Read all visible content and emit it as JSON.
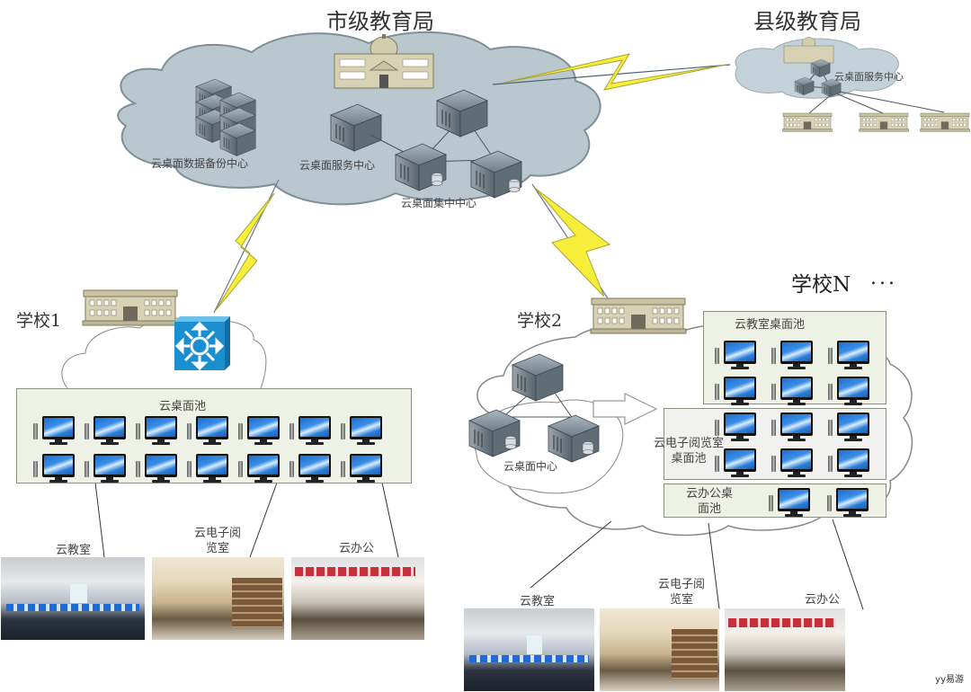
{
  "city_bureau": {
    "title": "市级教育局",
    "backup_center_label": "云桌面数据备份中心",
    "service_center_label": "云桌面服务中心",
    "central_center_label": "云桌面集中中心"
  },
  "county_bureau": {
    "title": "县级教育局",
    "service_center_label": "云桌面服务中心"
  },
  "school1": {
    "title": "学校1",
    "pool_label": "云桌面池",
    "pool_rows": 2,
    "pool_cols": 7,
    "photos": [
      {
        "label": "云教室",
        "type": "classroom"
      },
      {
        "label": "云电子阅览室",
        "label_line1": "云电子阅",
        "label_line2": "览室",
        "type": "library"
      },
      {
        "label": "云办公",
        "type": "office"
      }
    ]
  },
  "school2": {
    "title": "学校2",
    "center_label": "云桌面中心",
    "pools": [
      {
        "label": "云教室桌面池",
        "rows": 2,
        "cols": 3
      },
      {
        "label": "云电子阅览室桌面池",
        "label_line1": "云电子阅览室",
        "label_line2": "桌面池",
        "rows": 2,
        "cols": 3
      },
      {
        "label": "云办公桌面池",
        "label_line1": "云办公桌",
        "label_line2": "面池",
        "rows": 1,
        "cols": 2
      }
    ],
    "photos": [
      {
        "label": "云教室",
        "type": "classroom"
      },
      {
        "label": "云电子阅览室",
        "label_line1": "云电子阅",
        "label_line2": "览室",
        "type": "library"
      },
      {
        "label": "云办公",
        "type": "office"
      }
    ]
  },
  "schoolN": {
    "title": "学校N",
    "ellipsis": "..."
  },
  "watermark": "yy易游",
  "colors": {
    "cloud_fill": "#b9c8cf",
    "cloud_stroke": "#7e8f96",
    "lightning": "#f7ee3a",
    "switch_blue": "#1a8fd0",
    "pool_bg": "#eef1e6"
  }
}
